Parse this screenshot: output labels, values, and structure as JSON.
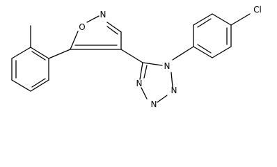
{
  "molecule": {
    "atoms": {
      "cl": "Cl",
      "o_isoxazole": "O",
      "n_isoxazole": "N",
      "n1_tetrazole": "N",
      "n2_tetrazole": "N",
      "n3_tetrazole": "N",
      "n4_tetrazole": "N"
    }
  },
  "colors": {
    "bond": "#000000",
    "background": "#ffffff"
  }
}
